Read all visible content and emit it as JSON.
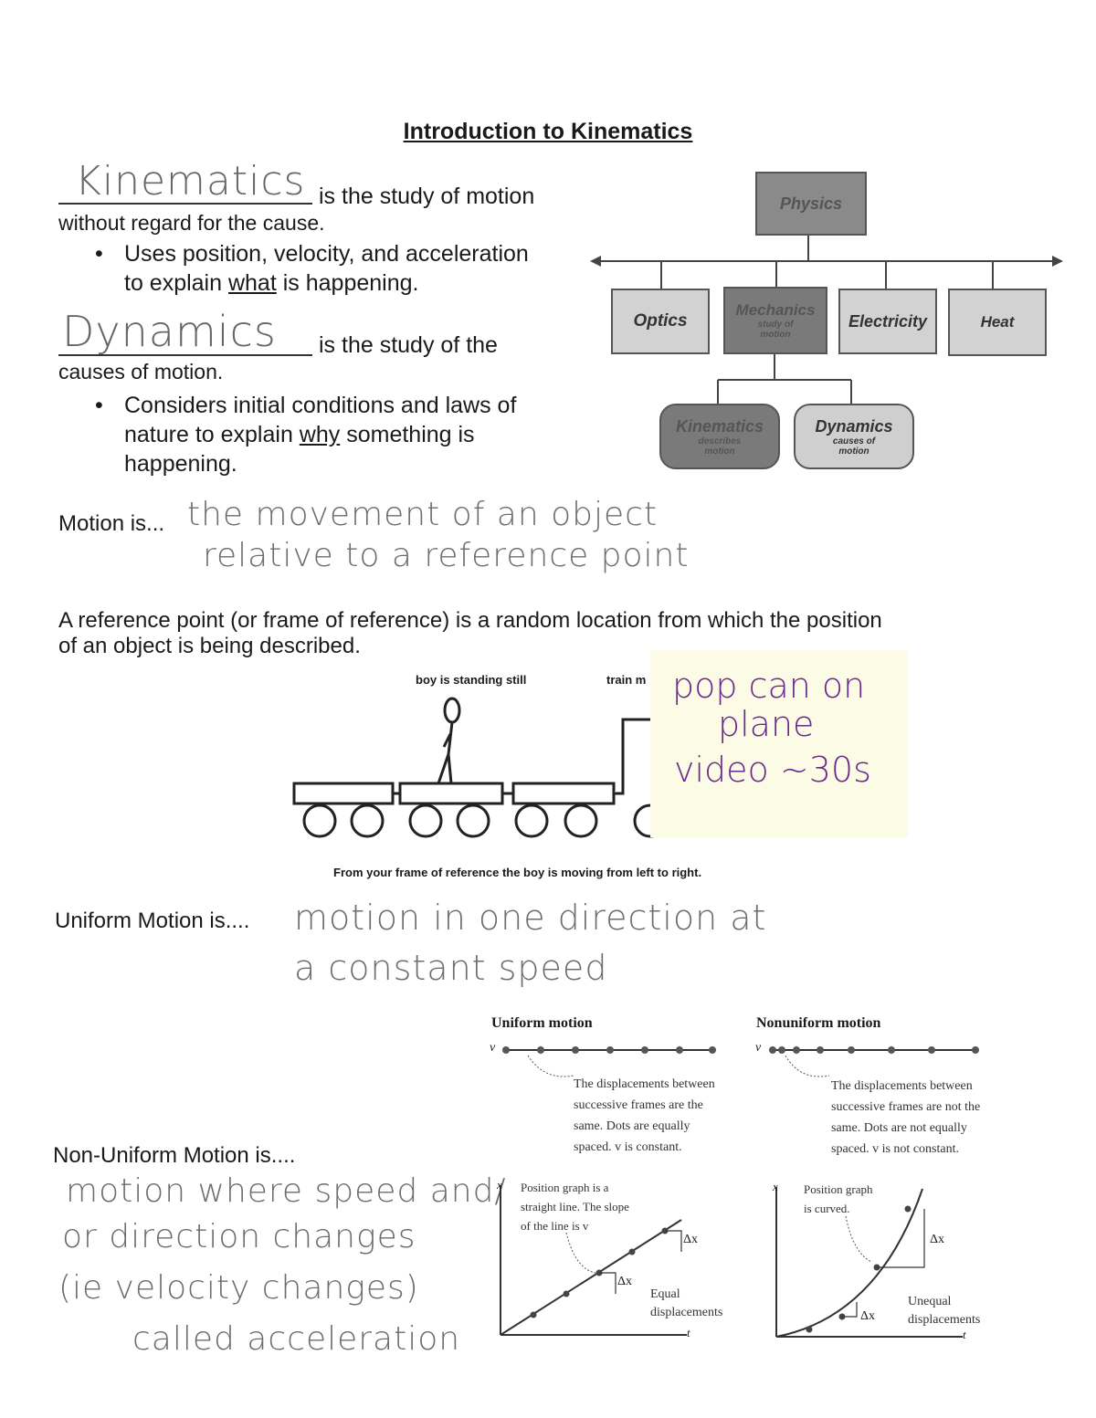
{
  "header": {
    "title": "Introduction to Kinematics"
  },
  "kinematics": {
    "answer": "Kinematics",
    "def_line1": "is the study of motion",
    "def_line2": "without regard for the cause.",
    "bullet_line1": "Uses position, velocity, and acceleration",
    "bullet_line2_pre": "to explain ",
    "bullet_line2_u": "what",
    "bullet_line2_post": " is happening."
  },
  "dynamics": {
    "answer": "Dynamics",
    "def_line1": "is the study of the",
    "def_line2": "causes of motion.",
    "bullet_line1": "Considers initial conditions and laws of",
    "bullet_line2_pre": "nature to explain ",
    "bullet_line2_u": "why",
    "bullet_line2_post": " something is",
    "bullet_line3": "happening."
  },
  "tree": {
    "root": "Physics",
    "optics": "Optics",
    "mechanics": "Mechanics",
    "mechanics_sub": "study of motion",
    "electricity": "Electricity",
    "heat": "Heat",
    "kinematics": "Kinematics",
    "kinematics_sub": "describes motion",
    "dynamics": "Dynamics",
    "dynamics_sub": "causes of motion"
  },
  "motion": {
    "label": "Motion is...",
    "answer_line1": "the movement of an object",
    "answer_line2": "relative to a reference point"
  },
  "reference": {
    "line1": "A reference point (or frame of reference) is a random location from which the position",
    "line2": "of an object is being described."
  },
  "train_figure": {
    "label_boy": "boy is standing still",
    "label_train": "train m",
    "caption": "From your frame of reference the boy is moving from left to right."
  },
  "sticky_note": {
    "line1": "pop can on",
    "line2": "plane",
    "line3": "video ~30s"
  },
  "uniform": {
    "label": "Uniform Motion is....",
    "answer_line1": "motion in one direction at",
    "answer_line2": "a constant speed"
  },
  "nonuniform": {
    "label": "Non-Uniform Motion is....",
    "answer_line1": "motion where speed and/",
    "answer_line2": "or direction changes",
    "answer_line3": "(ie velocity changes)",
    "answer_line4": "called acceleration"
  },
  "motion_diagrams": {
    "uniform_title": "Uniform motion",
    "uniform_vec": "v",
    "uniform_note_1": "The displacements between",
    "uniform_note_2": "successive frames are the",
    "uniform_note_3": "same. Dots are equally",
    "uniform_note_4": "spaced. v is constant.",
    "uniform_graph_note_1": "Position graph is a",
    "uniform_graph_note_2": "straight line. The slope",
    "uniform_graph_note_3": "of the line is v",
    "uniform_dx": "Δx",
    "uniform_equal_1": "Equal",
    "uniform_equal_2": "displacements",
    "nonuniform_title": "Nonuniform motion",
    "nonuniform_vec": "v",
    "nonuniform_note_1": "The displacements between",
    "nonuniform_note_2": "successive frames are not the",
    "nonuniform_note_3": "same. Dots are not equally",
    "nonuniform_note_4": "spaced. v is not constant.",
    "nonuniform_graph_note_1": "Position graph",
    "nonuniform_graph_note_2": "is curved.",
    "nonuniform_dx": "Δx",
    "nonuniform_unequal_1": "Unequal",
    "nonuniform_unequal_2": "displacements",
    "axis_x": "x",
    "axis_t": "t"
  }
}
